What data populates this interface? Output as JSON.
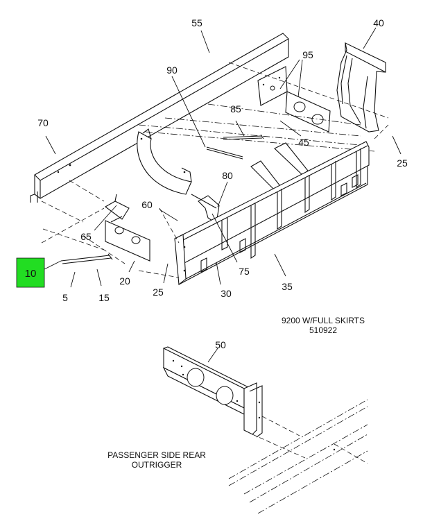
{
  "callouts": {
    "c55": "55",
    "c40": "40",
    "c95": "95",
    "c90": "90",
    "c85": "85",
    "c70": "70",
    "c45": "45",
    "c25a": "25",
    "c80": "80",
    "c60": "60",
    "c65": "65",
    "c10": "10",
    "c20": "20",
    "c75": "75",
    "c5": "5",
    "c15": "15",
    "c25b": "25",
    "c30": "30",
    "c35": "35",
    "c50": "50"
  },
  "captions": {
    "model_line1": "9200 W/FULL SKIRTS",
    "model_line2": "510922",
    "detail_line1": "PASSENGER SIDE REAR",
    "detail_line2": "OUTRIGGER"
  },
  "highlight": {
    "part": "10",
    "color": "#22dd22"
  }
}
